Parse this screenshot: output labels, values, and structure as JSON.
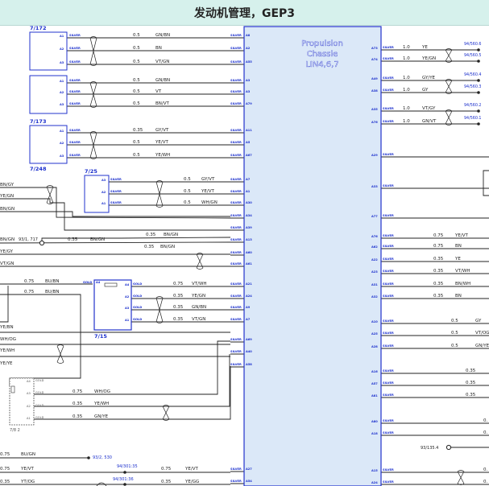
{
  "title": "发动机管理，GEP3",
  "module": {
    "lines": [
      "Propulsion",
      "Chassie",
      "LIN4,6,7"
    ]
  },
  "colors": {
    "module_fill": "#dbe8f8",
    "module_border": "#2233cc",
    "wire": "#222222",
    "pin_text": "#1a2ecc",
    "title_bg": "#d6f1ec"
  },
  "connectors": [
    {
      "id": "c-7-172",
      "label": "7/172",
      "pins": [
        "A1",
        "A2",
        "A3"
      ]
    },
    {
      "id": "c-7-172b",
      "label": "",
      "pins": [
        "A1",
        "A2",
        "A3"
      ]
    },
    {
      "id": "c-7-173",
      "label": "7/173",
      "pins": [
        "A1",
        "A2",
        "A3"
      ]
    },
    {
      "id": "c-7-248",
      "label": "7/248",
      "pins": []
    },
    {
      "id": "c-7-25",
      "label": "7/25",
      "pins": [
        "A3",
        "A2",
        "A1"
      ]
    },
    {
      "id": "c-7-15",
      "label": "7/15",
      "pins": [
        "A4",
        "A2",
        "A3",
        "A1"
      ]
    },
    {
      "id": "c-7-82",
      "label": "7/8 2",
      "pins": [
        "A4",
        "A3",
        "A2",
        "A1"
      ]
    }
  ],
  "wires_left": [
    {
      "size": "0.5",
      "color": "GN/BN",
      "pin": "A8"
    },
    {
      "size": "0.5",
      "color": "BN",
      "pin": "A2"
    },
    {
      "size": "0.5",
      "color": "VT/GN",
      "pin": "A55"
    },
    {
      "size": "0.5",
      "color": "GN/BN",
      "pin": "A3"
    },
    {
      "size": "0.5",
      "color": "VT",
      "pin": "A3"
    },
    {
      "size": "0.5",
      "color": "BN/VT",
      "pin": "A79"
    },
    {
      "size": "0.35",
      "color": "GY/VT",
      "pin": "A11"
    },
    {
      "size": "0.5",
      "color": "YE/VT",
      "pin": "A5"
    },
    {
      "size": "0.5",
      "color": "YE/WH",
      "pin": "A67"
    },
    {
      "size": "0.5",
      "color": "GY/VT",
      "pin": "A7"
    },
    {
      "size": "0.5",
      "color": "YE/VT",
      "pin": "A1"
    },
    {
      "size": "0.5",
      "color": "WH/GN",
      "pin": "A30"
    },
    {
      "size": "",
      "color": "",
      "pin": "A34"
    },
    {
      "size": "0.35",
      "color": "BN/GN",
      "pin": "A39"
    },
    {
      "size": "0.35",
      "color": "BN/GN",
      "pin": "A13"
    },
    {
      "size": "",
      "color": "",
      "pin": "A60"
    },
    {
      "size": "",
      "color": "",
      "pin": "A61"
    },
    {
      "size": "0.75",
      "color": "VT/WH",
      "pin": "A21"
    },
    {
      "size": "0.35",
      "color": "YE/GN",
      "pin": "A24"
    },
    {
      "size": "0.35",
      "color": "GN/BN",
      "pin": "A9"
    },
    {
      "size": "0.35",
      "color": "VT/GN",
      "pin": "A7"
    },
    {
      "size": "",
      "color": "",
      "pin": "A69"
    },
    {
      "size": "",
      "color": "",
      "pin": "A40"
    },
    {
      "size": "",
      "color": "",
      "pin": "A58"
    },
    {
      "size": "0.75",
      "color": "YE/VT",
      "pin": "A27"
    },
    {
      "size": "0.35",
      "color": "YE/GG",
      "pin": "A54"
    }
  ],
  "far_left_labels": [
    "BN/GY",
    "YE/GN",
    "BN/GN",
    "BN/GN",
    "YE/GY",
    "VT/GN",
    "0.75",
    "0.75",
    "BU/BN",
    "BU/BN",
    "YE/BN",
    "WH/OG",
    "YE/WH",
    "YE/YE"
  ],
  "left_mid_labels": {
    "n93_717": "93/1, 717",
    "n93_2_530": "93/2, 530",
    "n94_301_35": "94/301:35",
    "n94_301_36": "94/301:36",
    "bu_gn": "BU/GN",
    "ye_vt": "YE/VT",
    "yt_og": "YT/OG",
    "w075a": "0.75",
    "w075b": "0.75",
    "w035": "0.35",
    "bu_bn_a": "BU/BN",
    "bu_bn_b": "BU/BN",
    "gold": "GOLD",
    "c82_a": "0.75",
    "c82_b": "0.35",
    "c82_c": "0.35",
    "c82_ca": "WH/OG",
    "c82_cb": "YE/WH",
    "c82_cc": "GN/YE"
  },
  "wires_right_top": [
    {
      "pin": "A73",
      "size": "1.0",
      "color": "YE",
      "ref": "94/560.6"
    },
    {
      "pin": "A74",
      "size": "1.0",
      "color": "YE/GN",
      "ref": "94/560.5"
    },
    {
      "pin": "A49",
      "size": "1.0",
      "color": "GY/YE",
      "ref": "94/560.4"
    },
    {
      "pin": "A38",
      "size": "1.0",
      "color": "GY",
      "ref": "94/560.3"
    },
    {
      "pin": "A35",
      "size": "1.0",
      "color": "VT/GY",
      "ref": "94/560.2"
    },
    {
      "pin": "A76",
      "size": "1.0",
      "color": "GN/VT",
      "ref": "94/560.1"
    }
  ],
  "wires_right_mid": [
    {
      "pin": "A29",
      "size": "",
      "color": ""
    },
    {
      "pin": "A33",
      "size": "",
      "color": ""
    },
    {
      "pin": "A77",
      "size": "",
      "color": ""
    },
    {
      "pin": "A76",
      "size": "0.75",
      "color": "YE/VT"
    },
    {
      "pin": "A62",
      "size": "0.75",
      "color": "BN"
    },
    {
      "pin": "A22",
      "size": "0.35",
      "color": "YE"
    },
    {
      "pin": "A23",
      "size": "0.35",
      "color": "VT/WH"
    },
    {
      "pin": "A31",
      "size": "0.35",
      "color": "BN/WH"
    },
    {
      "pin": "A32",
      "size": "0.35",
      "color": "BN"
    },
    {
      "pin": "A10",
      "size": "0.5",
      "color": "GY"
    },
    {
      "pin": "A25",
      "size": "0.5",
      "color": "VT/OG"
    },
    {
      "pin": "A28",
      "size": "0.5",
      "color": "GN/YE"
    },
    {
      "pin": "A16",
      "size": "0.35",
      "color": ""
    },
    {
      "pin": "A57",
      "size": "0.35",
      "color": ""
    },
    {
      "pin": "A81",
      "size": "0.35",
      "color": ""
    },
    {
      "pin": "A80",
      "size": "0.",
      "color": ""
    },
    {
      "pin": "A18",
      "size": "0.",
      "color": ""
    },
    {
      "pin": "A15",
      "size": "0.",
      "color": ""
    },
    {
      "pin": "A24",
      "size": "0.",
      "color": ""
    }
  ],
  "right_ref": "93/135.4",
  "pin_silver": "SILVER",
  "pin_gold": "GOLD"
}
